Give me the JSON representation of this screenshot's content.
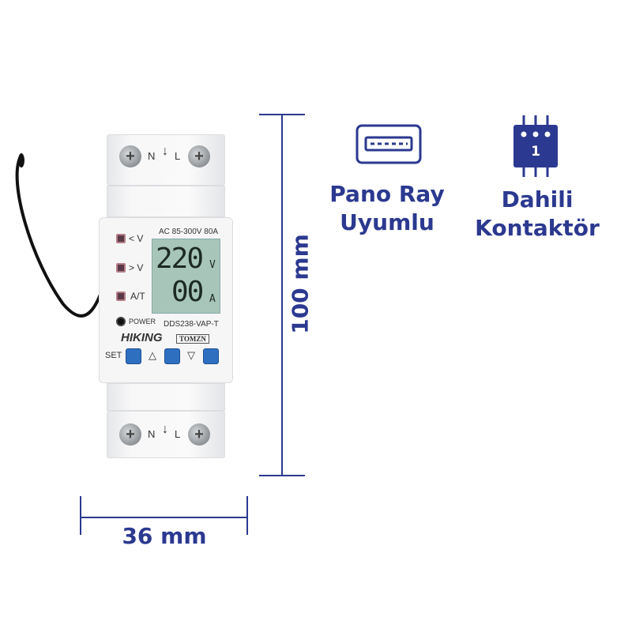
{
  "device": {
    "terminal_top_left": "N",
    "terminal_top_right": "L",
    "terminal_bottom_left": "N",
    "terminal_bottom_right": "L",
    "rating": "AC 85-300V 80A",
    "indicators": [
      "< V",
      "> V",
      "A/T",
      "POWER"
    ],
    "voltage": "220",
    "voltage_unit": "V",
    "current": "00",
    "current_unit": "A",
    "model": "DDS238-VAP-T",
    "brand_left": "HIKING",
    "brand_right": "TOMZN",
    "set_label": "SET",
    "up_label": "△",
    "down_label": "▽"
  },
  "dimensions": {
    "height": "100 mm",
    "width": "36 mm"
  },
  "features": [
    {
      "icon": "din-rail-icon",
      "label_line1": "Pano Ray",
      "label_line2": "Uyumlu"
    },
    {
      "icon": "contactor-icon",
      "icon_text": "1",
      "label_line1": "Dahili",
      "label_line2": "Kontaktör"
    }
  ],
  "colors": {
    "accent": "#2b3990",
    "lcd": "#a7c6b9",
    "button": "#2e6fc0"
  }
}
